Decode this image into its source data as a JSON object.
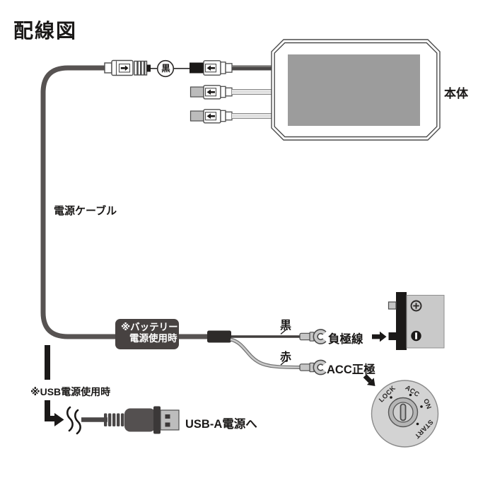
{
  "title": "配線図",
  "unit": {
    "label": "本体"
  },
  "power_cable": {
    "label": "電源ケーブル"
  },
  "inline_badge": {
    "label": "黒"
  },
  "battery_mode_box": {
    "line1": "※バッテリー",
    "line2": "電源使用時"
  },
  "battery_wires": {
    "black_label": "黒",
    "red_label": "赤",
    "negative_label": "負極線",
    "acc_label": "ACC正極"
  },
  "usb": {
    "note": "※USB電源使用時",
    "dest": "USB-A電源へ"
  },
  "ignition_switch": {
    "positions": [
      "LOCK",
      "ACC",
      "ON",
      "START"
    ]
  },
  "icons": {
    "right_arrow": "→",
    "left_arrow": "←",
    "down_right_arrow": "↘",
    "battery_positive": "⊕",
    "battery_negative": "⊖"
  },
  "colors": {
    "cable_dark": "#575352",
    "wire_black": "#403d3c",
    "wire_gray": "#c9c9c9",
    "box_dark": "#474241",
    "solid_black": "#1b1918",
    "screen_gray": "#9c9c9c",
    "metal_gray": "#c6c6c6",
    "switch_gray": "#d3d3d3",
    "text": "#1b1918"
  }
}
